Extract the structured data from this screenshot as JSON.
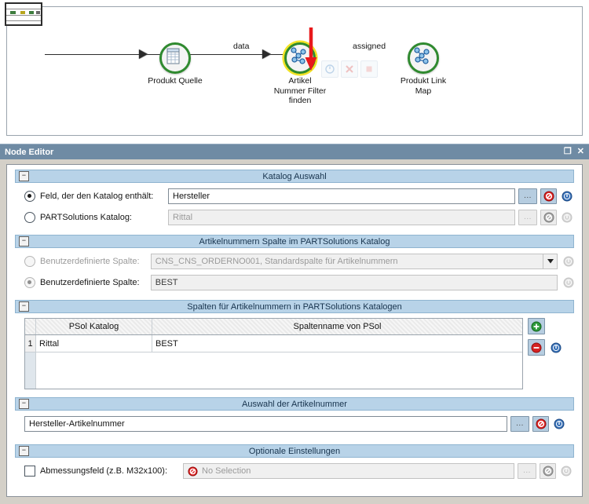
{
  "graph": {
    "minimap_name": "graph-minimap",
    "nodes": [
      {
        "id": "produkt-quelle",
        "label": "Produkt Quelle",
        "icon": "table-document-icon",
        "highlight": false
      },
      {
        "id": "artikel-nummer-filter-finden",
        "label": "Artikel\nNummer Filter\nfinden",
        "icon": "network-graph-icon",
        "highlight": true
      },
      {
        "id": "produkt-link-map",
        "label": "Produkt Link\nMap",
        "icon": "network-graph-icon",
        "highlight": false
      }
    ],
    "edges": [
      {
        "label": "data",
        "from": "produkt-quelle",
        "to": "artikel-nummer-filter-finden"
      },
      {
        "label": "assigned",
        "from": "artikel-nummer-filter-finden",
        "to": "produkt-link-map"
      }
    ],
    "toolbar": [
      {
        "name": "run-icon",
        "glyph": "⏻"
      },
      {
        "name": "close-icon",
        "glyph": "✕"
      },
      {
        "name": "stop-icon",
        "glyph": "■"
      }
    ],
    "annotation": {
      "name": "red-arrow-pointer",
      "color": "#e8191b"
    }
  },
  "node_editor": {
    "title": "Node Editor",
    "undock_label": "❐",
    "close_label": "✕",
    "collapse_glyph": "−",
    "sections": [
      {
        "id": "katalog-auswahl",
        "title": "Katalog Auswahl",
        "rows": [
          {
            "label": "Feld, der den Katalog enthält:",
            "radio_selected": true,
            "radio_disabled": false,
            "value": "Hersteller",
            "placeholder": "",
            "disabled": false,
            "browse_label": "...",
            "clear_name": "clear-icon",
            "info_name": "info-icon"
          },
          {
            "label": "PARTSolutions Katalog:",
            "radio_selected": false,
            "radio_disabled": false,
            "value": "",
            "placeholder": "Rittal",
            "disabled": true,
            "browse_label": "...",
            "clear_name": "clear-icon",
            "info_name": "info-icon"
          }
        ]
      },
      {
        "id": "artikelnummern-spalte",
        "title": "Artikelnummern Spalte im PARTSolutions Katalog",
        "rows": [
          {
            "label": "Benutzerdefinierte Spalte:",
            "radio_selected": false,
            "radio_disabled": true,
            "value": "CNS_CNS_ORDERNO001, Standardspalte für Artikelnummern",
            "disabled": true,
            "has_dropdown": true,
            "info_name": "info-icon"
          },
          {
            "label": "Benutzerdefinierte Spalte:",
            "radio_selected": true,
            "radio_disabled": true,
            "value": "BEST",
            "disabled": true,
            "has_dropdown": false,
            "info_name": "info-icon"
          }
        ]
      },
      {
        "id": "spalten-fuer-artikelnummern",
        "title": "Spalten für Artikelnummern in PARTSolutions Katalogen",
        "table": {
          "columns": [
            "",
            "PSol Katalog",
            "Spaltenname von PSol"
          ],
          "rows": [
            {
              "index": "1",
              "psol_katalog": "Rittal",
              "spaltenname": "BEST"
            }
          ],
          "add_name": "add-row-icon",
          "remove_name": "remove-row-icon",
          "info_name": "info-icon"
        }
      },
      {
        "id": "auswahl-der-artikelnummer",
        "title": "Auswahl der Artikelnummer",
        "rows": [
          {
            "label": "",
            "value": "Hersteller-Artikelnummer",
            "disabled": false,
            "browse_label": "...",
            "clear_name": "clear-icon",
            "info_name": "info-icon"
          }
        ]
      },
      {
        "id": "optionale-einstellungen",
        "title": "Optionale Einstellungen",
        "rows": [
          {
            "label": "Abmessungsfeld (z.B. M32x100):",
            "checkbox_checked": false,
            "value": "No Selection",
            "disabled": true,
            "has_noselect_icon": true,
            "browse_label": "...",
            "clear_name": "clear-icon",
            "info_name": "info-icon"
          }
        ]
      }
    ]
  },
  "colors": {
    "title_bar": "#6f8ba4",
    "section_header": "#b8d3e8",
    "node_ring": "#2f8a2f",
    "highlight": "#f2e325",
    "arrow": "#e8191b",
    "button": "#b6cde0"
  }
}
